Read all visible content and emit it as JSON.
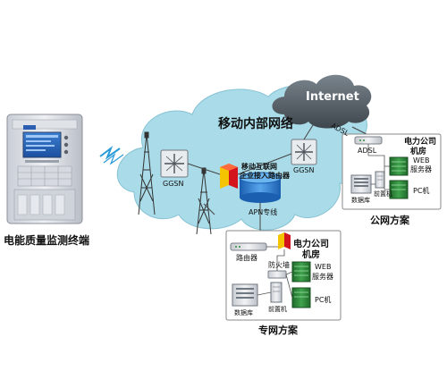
{
  "terminal": {
    "label": "电能质量监测终端"
  },
  "cloud": {
    "title": "移动内部网络"
  },
  "internet": {
    "label": "Internet"
  },
  "links": {
    "adsl_line": "ADSL",
    "apn_line": "APN专线"
  },
  "nodes": {
    "ggsn_left": "GGSN",
    "ggsn_right": "GGSN",
    "router_line1": "移动互联网",
    "router_line2": "企业接入路由器"
  },
  "public_room": {
    "title_line1": "电力公司",
    "title_line2": "机房",
    "adsl": "ADSL",
    "web_line1": "WEB",
    "web_line2": "服务器",
    "pc": "PC机",
    "frontend": "前置机",
    "database": "数据库",
    "caption": "公网方案"
  },
  "private_room": {
    "title_line1": "电力公司",
    "title_line2": "机房",
    "router": "路由器",
    "firewall": "防火墙",
    "web_line1": "WEB",
    "web_line2": "服务器",
    "pc": "PC机",
    "frontend": "前置机",
    "database": "数据库",
    "caption": "专网方案"
  },
  "colors": {
    "cloud": "#a9dbe8",
    "internet_cloud": "#55606a",
    "panel_border": "#888888",
    "server_green": "#2f8a3a",
    "firewall_red": "#d4141c",
    "apn_blue": "#2a78c8"
  }
}
